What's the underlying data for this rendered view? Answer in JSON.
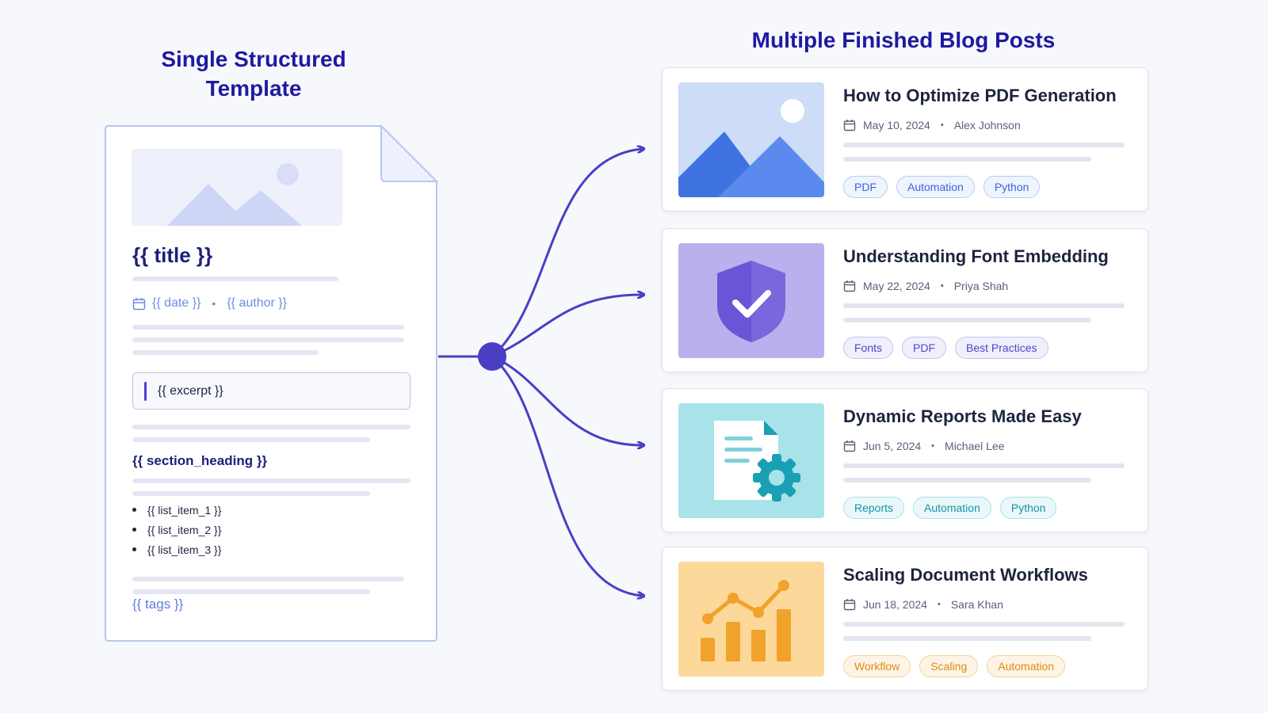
{
  "headings": {
    "template_heading_line1": "Single Structured",
    "template_heading_line2": "Template",
    "posts_heading": "Multiple Finished Blog Posts"
  },
  "template": {
    "image_icon": "image-placeholder-icon",
    "title": "{{ title }}",
    "date": "{{ date }}",
    "date_separator": "•",
    "author": "{{ author }}",
    "excerpt": "{{ excerpt }}",
    "section_heading": "{{ section_heading }}",
    "list_items": [
      "{{ list_item_1 }}",
      "{{ list_item_2 }}",
      "{{ list_item_3 }}"
    ],
    "tags": "{{ tags }}"
  },
  "posts": [
    {
      "title": "How to Optimize PDF Generation",
      "date": "May 10, 2024",
      "separator": "•",
      "author": "Alex Johnson",
      "tags": [
        "PDF",
        "Automation",
        "Python"
      ],
      "thumbnail_icon": "mountain-landscape-icon",
      "accent": "#3f73e0",
      "tag_text": "#3a66d6",
      "tag_border": "#b9cdf3",
      "tag_bg": "#eef3fd"
    },
    {
      "title": "Understanding Font Embedding",
      "date": "May 22, 2024",
      "separator": "•",
      "author": "Priya Shah",
      "tags": [
        "Fonts",
        "PDF",
        "Best Practices"
      ],
      "thumbnail_icon": "shield-check-icon",
      "accent": "#6a55d6",
      "tag_text": "#5046c4",
      "tag_border": "#c6c2ef",
      "tag_bg": "#f0effc"
    },
    {
      "title": "Dynamic Reports Made Easy",
      "date": "Jun 5, 2024",
      "separator": "•",
      "author": "Michael Lee",
      "tags": [
        "Reports",
        "Automation",
        "Python"
      ],
      "thumbnail_icon": "document-gear-icon",
      "accent": "#1aa0b4",
      "tag_text": "#1594a6",
      "tag_border": "#a9e2e8",
      "tag_bg": "#eaf8fa"
    },
    {
      "title": "Scaling Document Workflows",
      "date": "Jun 18, 2024",
      "separator": "•",
      "author": "Sara Khan",
      "tags": [
        "Workflow",
        "Scaling",
        "Automation"
      ],
      "thumbnail_icon": "growth-chart-icon",
      "accent": "#f0a22a",
      "tag_text": "#e08a12",
      "tag_border": "#f6d39a",
      "tag_bg": "#fdf4e5"
    }
  ],
  "colors": {
    "heading": "#1e1aa0",
    "connector": "#4a3fc4",
    "template_border": "#b8c6ef",
    "placeholder_text": "#6f8be4"
  }
}
